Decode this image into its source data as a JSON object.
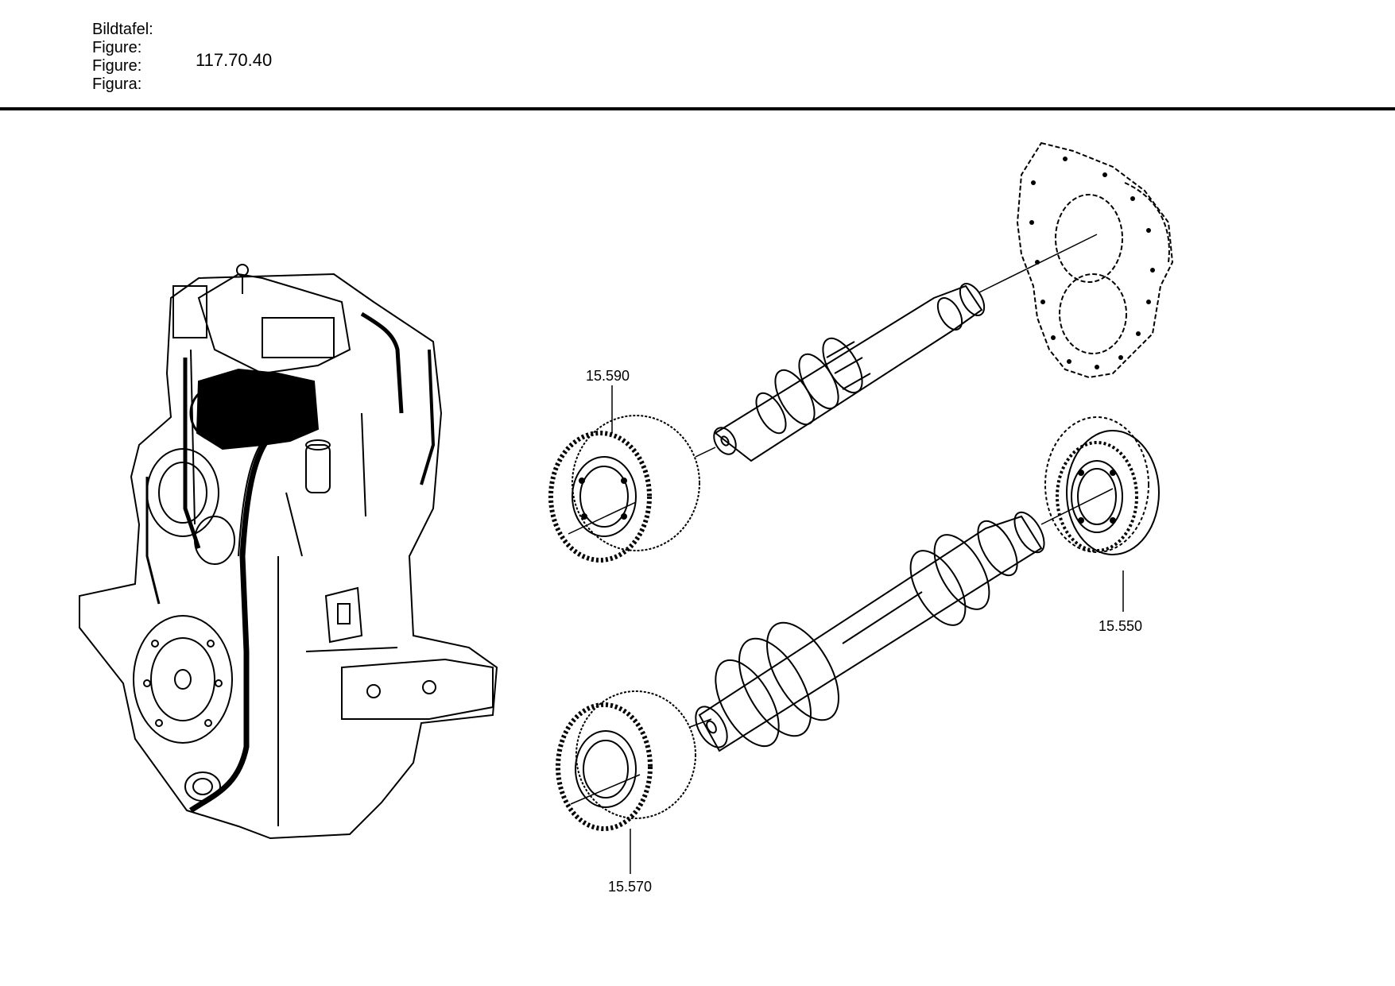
{
  "header": {
    "labels": [
      "Bildtafel:",
      "Figure:",
      "Figure:",
      "Figura:"
    ],
    "figure_number": "117.70.40"
  },
  "callouts": [
    {
      "id": "c1",
      "text": "15.590"
    },
    {
      "id": "c2",
      "text": "15.550"
    },
    {
      "id": "c3",
      "text": "15.570"
    }
  ],
  "colors": {
    "ink": "#000000",
    "paper": "#ffffff"
  }
}
